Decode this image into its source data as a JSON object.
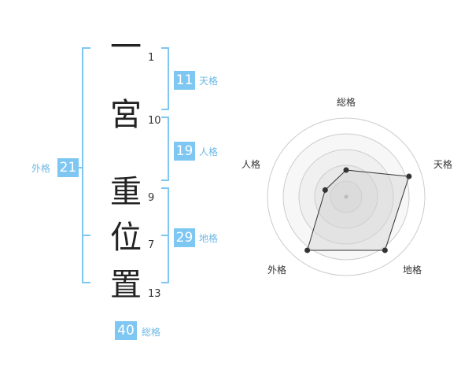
{
  "name": {
    "characters": [
      {
        "char": "一",
        "strokes": "1"
      },
      {
        "char": "宮",
        "strokes": "10"
      },
      {
        "char": "重",
        "strokes": "9"
      },
      {
        "char": "位",
        "strokes": "7"
      },
      {
        "char": "置",
        "strokes": "13"
      }
    ]
  },
  "fortune": {
    "tenkaku": {
      "value": "11",
      "label": "天格"
    },
    "jinkaku": {
      "value": "19",
      "label": "人格"
    },
    "chikaku": {
      "value": "29",
      "label": "地格"
    },
    "gaikaku": {
      "value": "21",
      "label": "外格"
    },
    "soukaku": {
      "value": "40",
      "label": "総格"
    }
  },
  "radar": {
    "axes": [
      "総格",
      "天格",
      "地格",
      "外格",
      "人格"
    ],
    "values": [
      1.7,
      4.2,
      4.2,
      4.2,
      1.4
    ],
    "max": 5,
    "rings": 5
  },
  "colors": {
    "accent": "#7ec7f2",
    "label": "#6db8e6",
    "text": "#222222"
  }
}
